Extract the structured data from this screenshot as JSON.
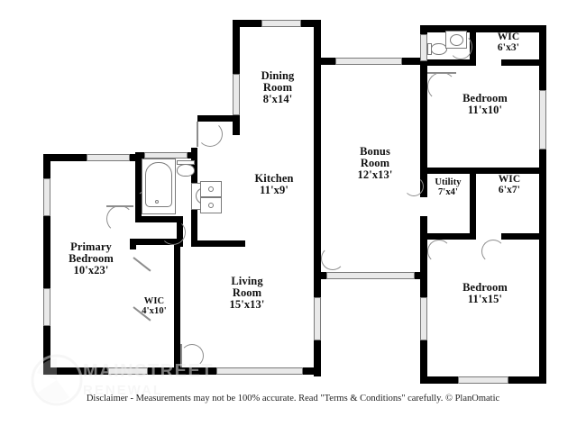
{
  "document": {
    "type": "floor-plan",
    "disclaimer": "Disclaimer - Measurements may not be 100% accurate. Read \"Terms & Conditions\" carefully. © PlanOmatic"
  },
  "watermark": {
    "line1": "MAINSTREET",
    "line2": "RENEWAL",
    "logo_icon": "mainstreet-circle-logo"
  },
  "rooms": [
    {
      "id": "dining-room",
      "name": "Dining\nRoom",
      "dimensions": "8'x14'",
      "label": "Dining\nRoom\n8'x14'"
    },
    {
      "id": "kitchen",
      "name": "Kitchen",
      "dimensions": "11'x9'",
      "label": "Kitchen\n11'x9'"
    },
    {
      "id": "bonus-room",
      "name": "Bonus\nRoom",
      "dimensions": "12'x13'",
      "label": "Bonus\nRoom\n12'x13'"
    },
    {
      "id": "living-room",
      "name": "Living\nRoom",
      "dimensions": "15'x13'",
      "label": "Living\nRoom\n15'x13'"
    },
    {
      "id": "primary-bedroom",
      "name": "Primary\nBedroom",
      "dimensions": "10'x23'",
      "label": "Primary\nBedroom\n10'x23'"
    },
    {
      "id": "wic-primary",
      "name": "WIC",
      "dimensions": "4'x10'",
      "label": "WIC\n4'x10'"
    },
    {
      "id": "wic-top",
      "name": "WIC",
      "dimensions": "6'x3'",
      "label": "WIC\n6'x3'"
    },
    {
      "id": "bedroom-2",
      "name": "Bedroom",
      "dimensions": "11'x10'",
      "label": "Bedroom\n11'x10'"
    },
    {
      "id": "utility",
      "name": "Utility",
      "dimensions": "7'x4'",
      "label": "Utility\n7'x4'"
    },
    {
      "id": "wic-right",
      "name": "WIC",
      "dimensions": "6'x7'",
      "label": "WIC\n6'x7'"
    },
    {
      "id": "bedroom-3",
      "name": "Bedroom",
      "dimensions": "11'x15'",
      "label": "Bedroom\n11'x15'"
    }
  ],
  "fixtures": [
    {
      "id": "bathtub",
      "icon": "bathtub-icon"
    },
    {
      "id": "toilet-hall",
      "icon": "toilet-icon"
    },
    {
      "id": "sink-hall",
      "icon": "sink-icon"
    },
    {
      "id": "range",
      "icon": "range-stove-icon"
    },
    {
      "id": "toilet-ensuite",
      "icon": "toilet-icon"
    },
    {
      "id": "sink-ensuite",
      "icon": "sink-icon"
    }
  ],
  "colors": {
    "wall": "#000000",
    "window": "#e9e9e9",
    "window_outline": "#7a7a7a",
    "door": "#8d8d8d",
    "background": "#ffffff",
    "text": "#111111",
    "watermark": "#efefef"
  }
}
